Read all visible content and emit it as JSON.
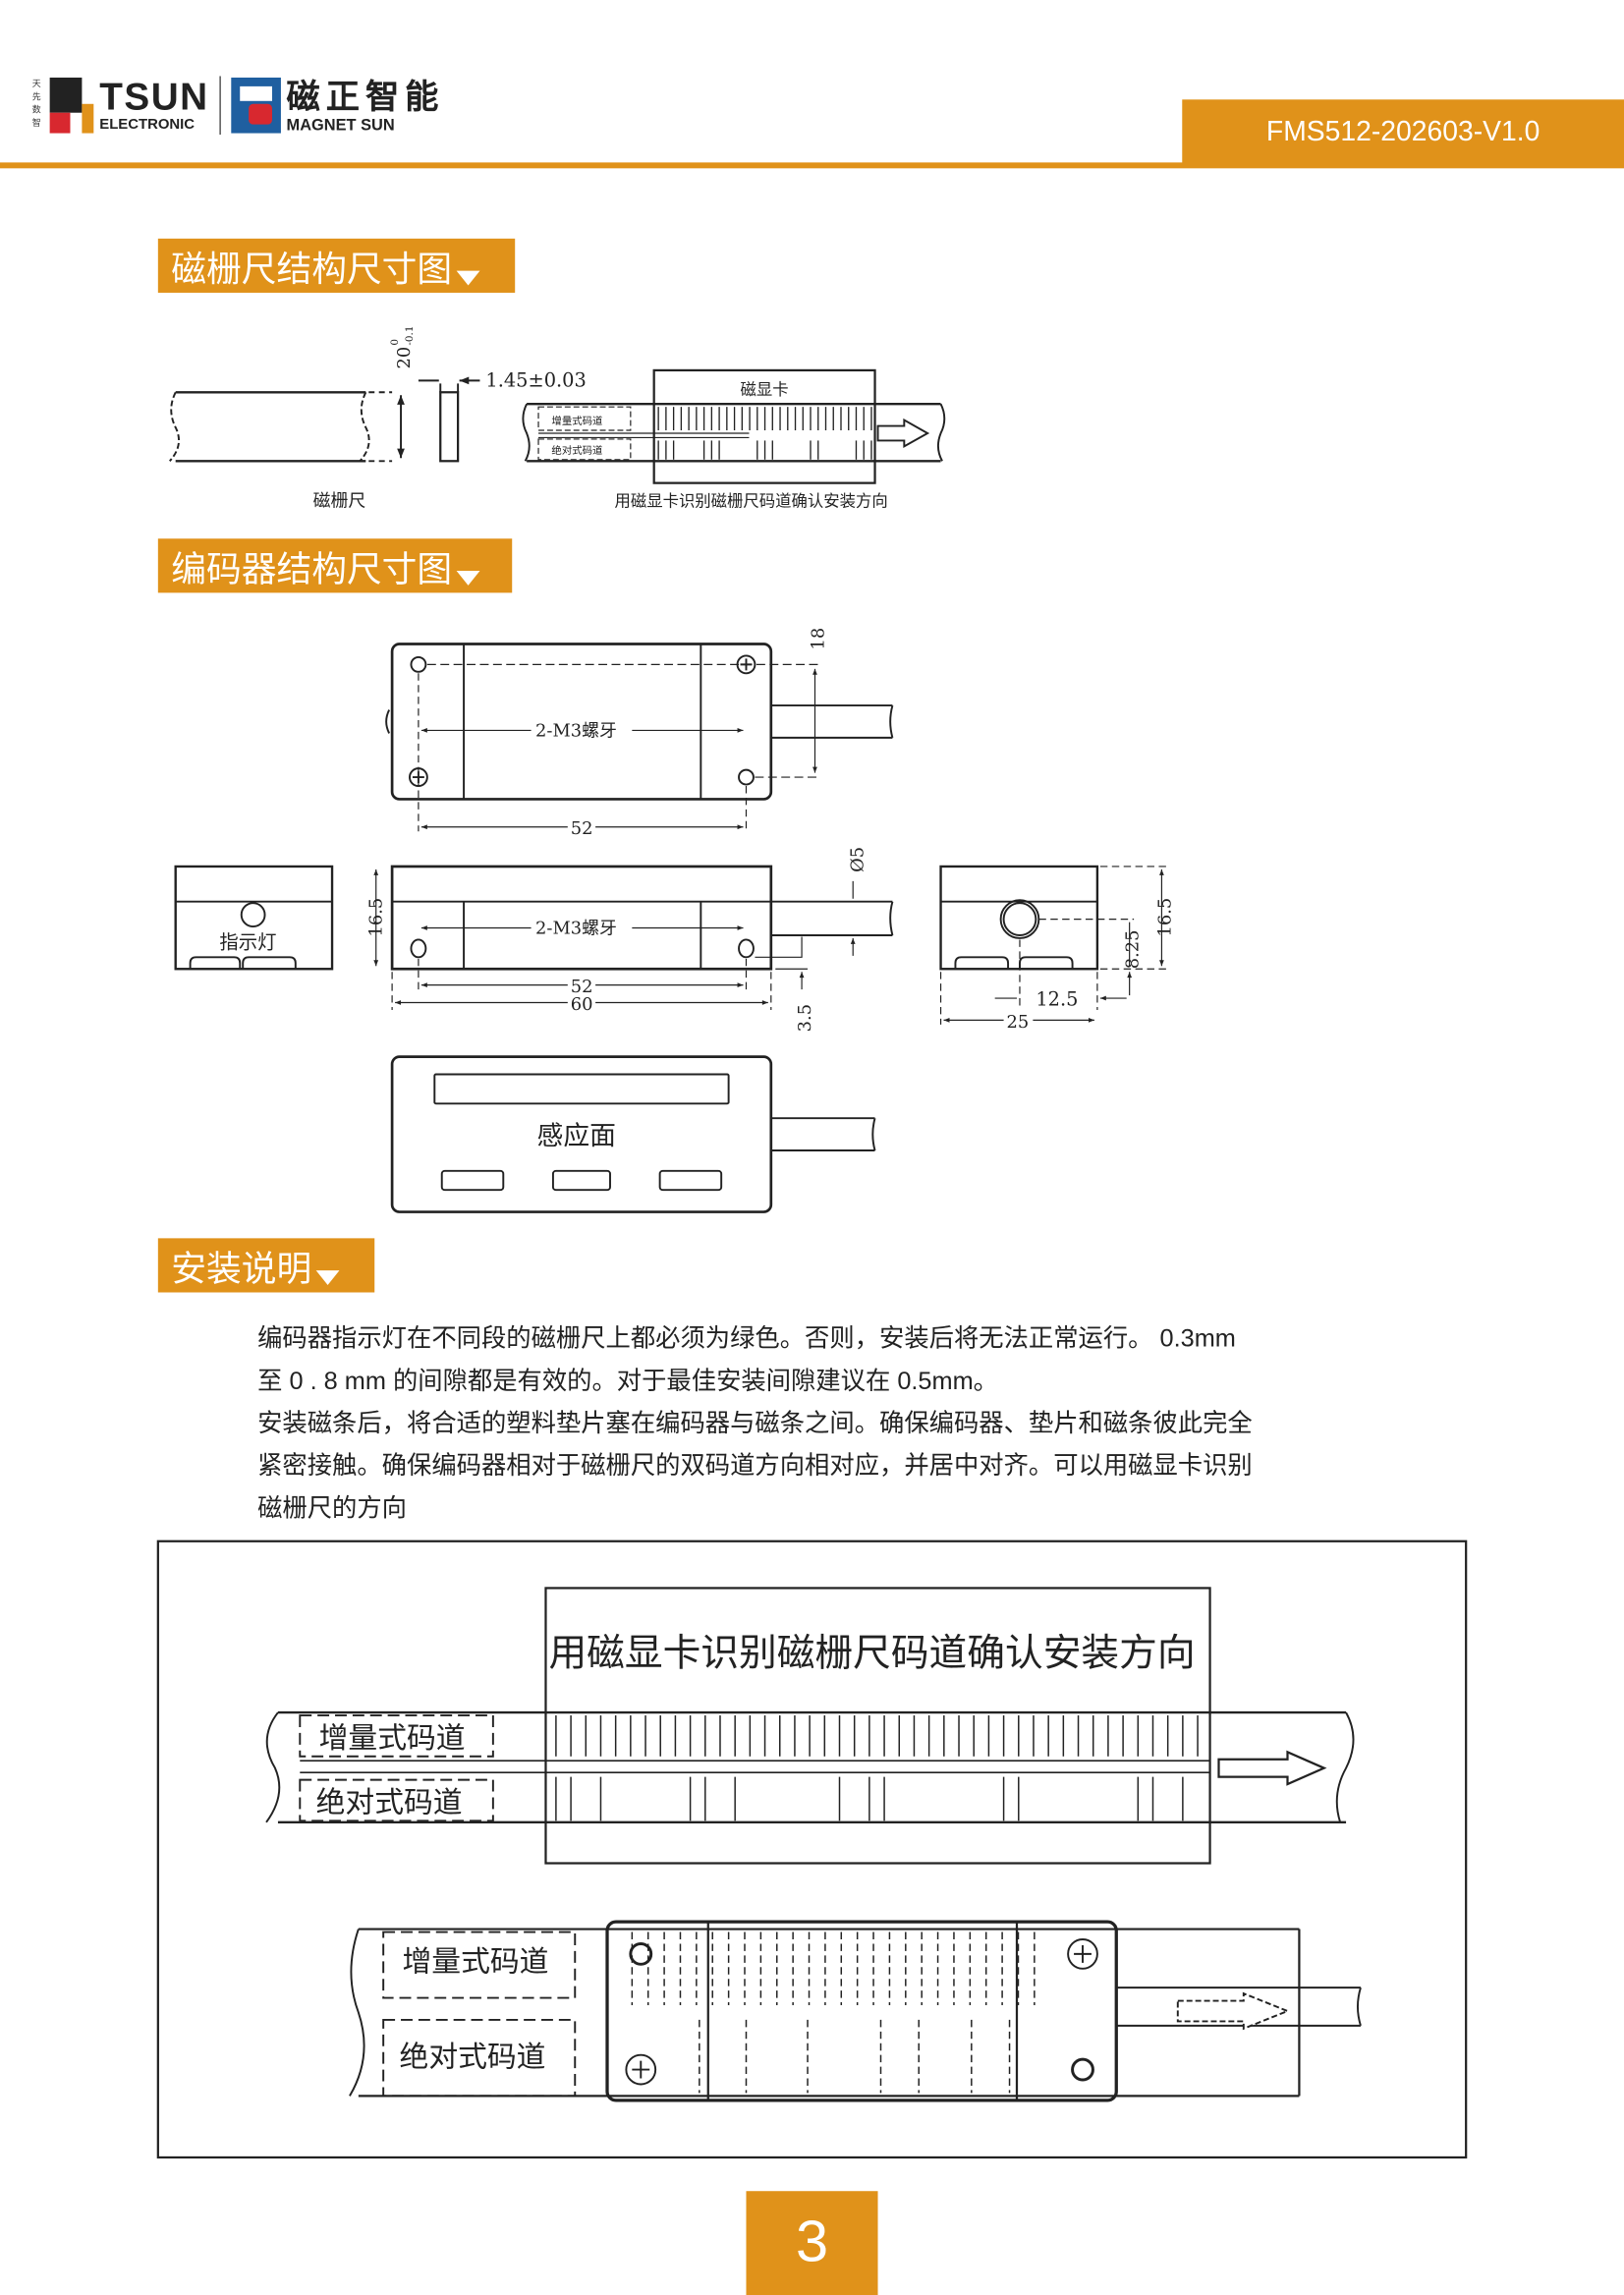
{
  "header": {
    "logo_tsun": {
      "side_text": [
        "天",
        "先",
        "数",
        "智"
      ],
      "name": "TSUN",
      "sub": "ELECTRONIC"
    },
    "logo_magnet_sun": {
      "name": "磁正智能",
      "sub": "MAGNET SUN"
    },
    "doc_code": "FMS512-202603-V1.0"
  },
  "colors": {
    "accent": "#e0921a",
    "logo_red": "#d8282f",
    "logo_blue": "#1f5fa0"
  },
  "sections": [
    {
      "title": "磁栅尺结构尺寸图"
    },
    {
      "title": "编码器结构尺寸图"
    },
    {
      "title": "安装说明"
    }
  ],
  "scale_drawing": {
    "height_dim": "20",
    "height_tol_upper": "0",
    "height_tol_lower": "-0.1",
    "thickness_dim": "1.45±0.03",
    "card_label": "磁显卡",
    "track_incremental": "增量式码道",
    "track_absolute": "绝对式码道",
    "caption_scale": "磁栅尺",
    "caption_card": "用磁显卡识别磁栅尺码道确认安装方向"
  },
  "encoder_drawing": {
    "thread_label": "2-M3螺牙",
    "dim_18": "18",
    "dim_52": "52",
    "dim_60": "60",
    "dim_16_5": "16.5",
    "dim_cable": "Ø5",
    "dim_3_5": "3.5",
    "dim_8_25": "8.25",
    "dim_12_5": "12.5",
    "dim_25": "25",
    "indicator_label": "指示灯",
    "sensing_face_label": "感应面"
  },
  "install_text": [
    "编码器指示灯在不同段的磁栅尺上都必须为绿色。否则，安装后将无法正常运行。  0.3mm",
    "至 0 . 8 mm 的间隙都是有效的。对于最佳安装间隙建议在 0.5mm。",
    "安装磁条后，将合适的塑料垫片塞在编码器与磁条之间。确保编码器、垫片和磁条彼此完全",
    "紧密接触。确保编码器相对于磁栅尺的双码道方向相对应，并居中对齐。可以用磁显卡识别",
    "磁栅尺的方向"
  ],
  "install_diagram": {
    "card_title": "用磁显卡识别磁栅尺码道确认安装方向",
    "track_incremental": "增量式码道",
    "track_absolute": "绝对式码道"
  },
  "footer": {
    "page_number": "3"
  }
}
